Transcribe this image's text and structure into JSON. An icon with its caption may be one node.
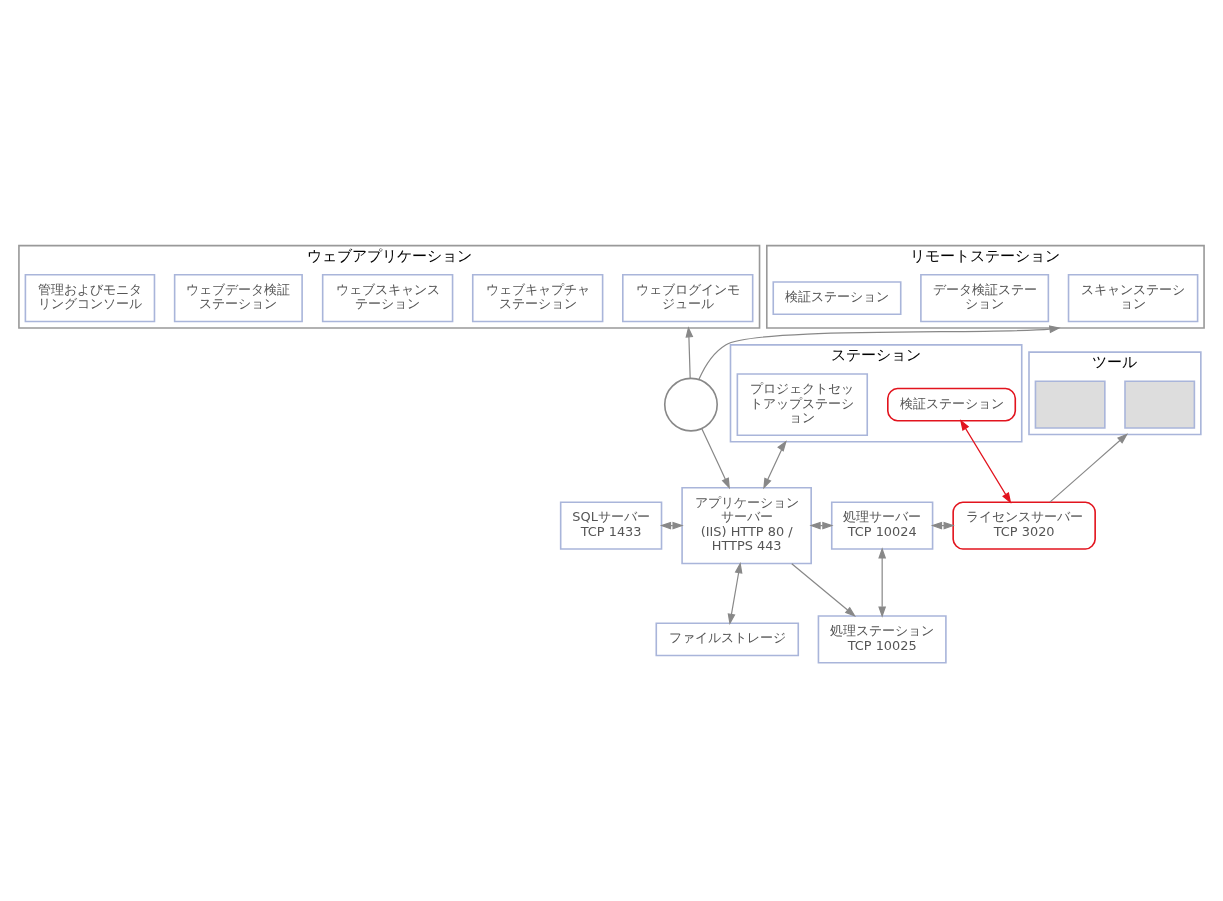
{
  "diagram": {
    "nodes": [
      {
        "text": [
          "ウェブアプリケーション"
        ]
      },
      {
        "text": [
          "ウェブログインモジュール"
        ],
        "in": 0
      },
      {
        "text": [
          "ウェブキャプチャステーション"
        ],
        "in": 0
      },
      {
        "text": [
          "ウェブスキャンステーション"
        ],
        "in": 0
      },
      {
        "text": [
          "ウェブデータ検証ステーション"
        ],
        "in": 0
      },
      {
        "text": [
          "管理およびモニタリングコンソール"
        ],
        "in": 0
      },
      {
        "text": [
          "リモートステーション"
        ]
      },
      {
        "text": [
          "スキャンステーション"
        ],
        "in": 6
      },
      {
        "text": [
          "データ検証ステーション"
        ],
        "in": 6
      },
      {
        "text": [
          "検証ステーション"
        ],
        "in": 6
      },
      {
        "text": [],
        "shape": "circle"
      },
      {
        "text": [
          "ステーション"
        ]
      },
      {
        "text": [
          "プロジェクトセットアップステーション"
        ],
        "in": 11
      },
      {
        "text": [
          "検証ステーション"
        ],
        "in": 11
      },
      {
        "text": [
          "ツール"
        ]
      },
      {
        "text": [],
        "shape": "box",
        "in": 14
      },
      {
        "text": [],
        "shape": "box",
        "in": 14
      },
      {
        "text": [
          "SQLサーバー",
          "TCP 1433"
        ]
      },
      {
        "text": [
          "アプリケーションサーバー",
          "(IIS) HTTP 80 / HTTPS 443"
        ]
      },
      {
        "text": [
          "処理サーバー",
          "TCP 10024"
        ]
      },
      {
        "text": [
          "ライセンスサーバー",
          "TCP 3020"
        ]
      },
      {
        "text": [
          "ファイルストレージ"
        ]
      },
      {
        "text": [
          "処理ステーション",
          "TCP 10025"
        ]
      }
    ],
    "edges": [
      {
        "from": 10,
        "to": 0,
        "arrow": "to"
      },
      {
        "from": 10,
        "to": 6,
        "arrow": "to"
      },
      {
        "from": 10,
        "to": 18,
        "arrow": "to"
      },
      {
        "from": 11,
        "to": 18,
        "arrow": "both"
      },
      {
        "from": 17,
        "to": 18,
        "arrow": "both"
      },
      {
        "from": 18,
        "to": 19,
        "arrow": "both"
      },
      {
        "from": 18,
        "to": 22,
        "arrow": "to"
      },
      {
        "from": 19,
        "to": 22,
        "arrow": "both"
      },
      {
        "from": 18,
        "to": 21,
        "arrow": "both"
      },
      {
        "from": 19,
        "to": 20,
        "arrow": "both"
      },
      {
        "from": 13,
        "to": 20,
        "arrow": "both",
        "color": "#e2141e"
      },
      {
        "from": 20,
        "to": 14,
        "arrow": "to"
      }
    ]
  }
}
